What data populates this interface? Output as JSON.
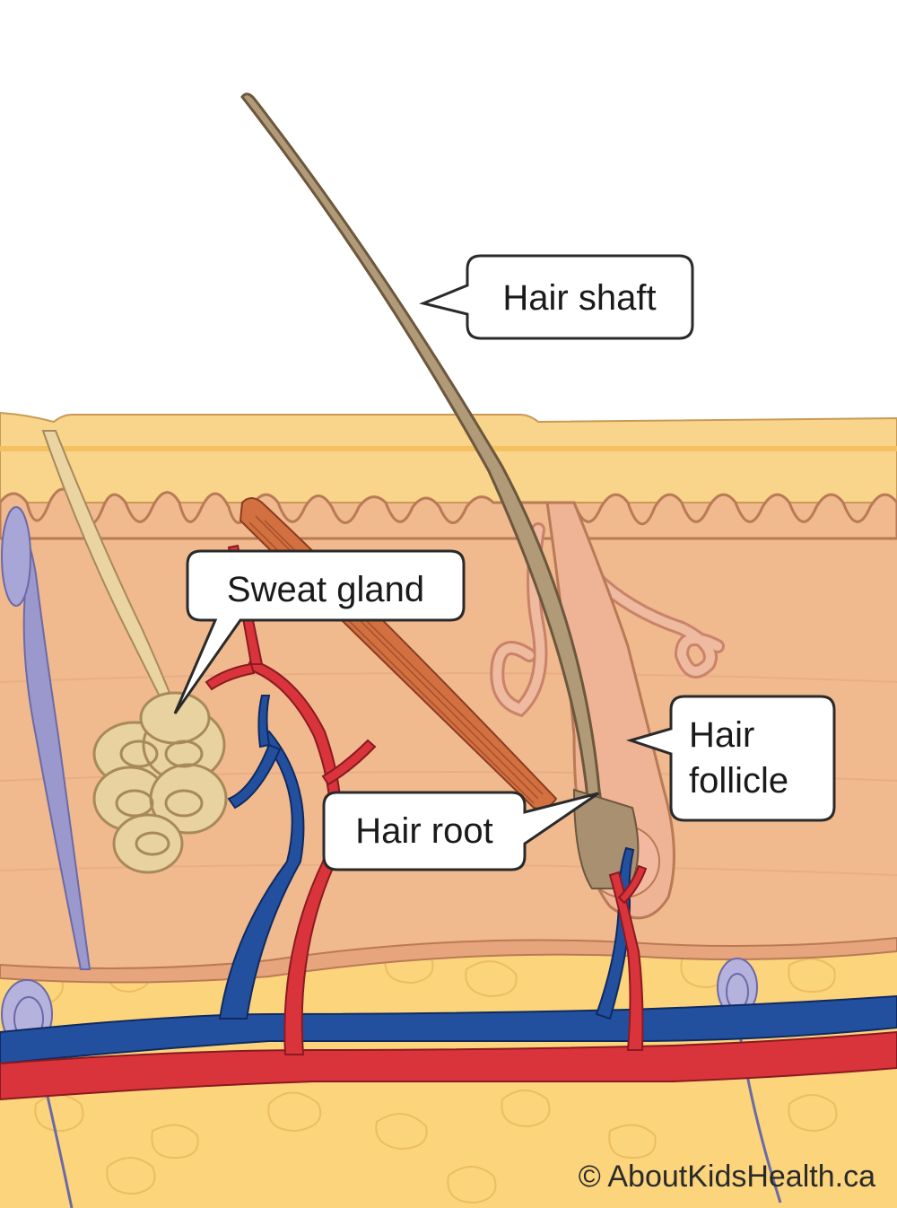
{
  "diagram": {
    "labels": {
      "hair_shaft": "Hair shaft",
      "sweat_gland": "Sweat gland",
      "hair_follicle_line1": "Hair",
      "hair_follicle_line2": "follicle",
      "hair_root": "Hair root"
    },
    "credit": "© AboutKidsHealth.ca"
  },
  "colors": {
    "epidermis": "#f8d58a",
    "dermis": "#f0b98e",
    "dermis_deep": "#e7a57d",
    "fat": "#fbd37a",
    "hair": "#a89070",
    "artery": "#d9343c",
    "vein": "#23509e",
    "sweat_gland": "#e7d2a0",
    "muscle": "#d27040",
    "nerve": "#8a8ac0",
    "outline": "#8a5a3a"
  }
}
